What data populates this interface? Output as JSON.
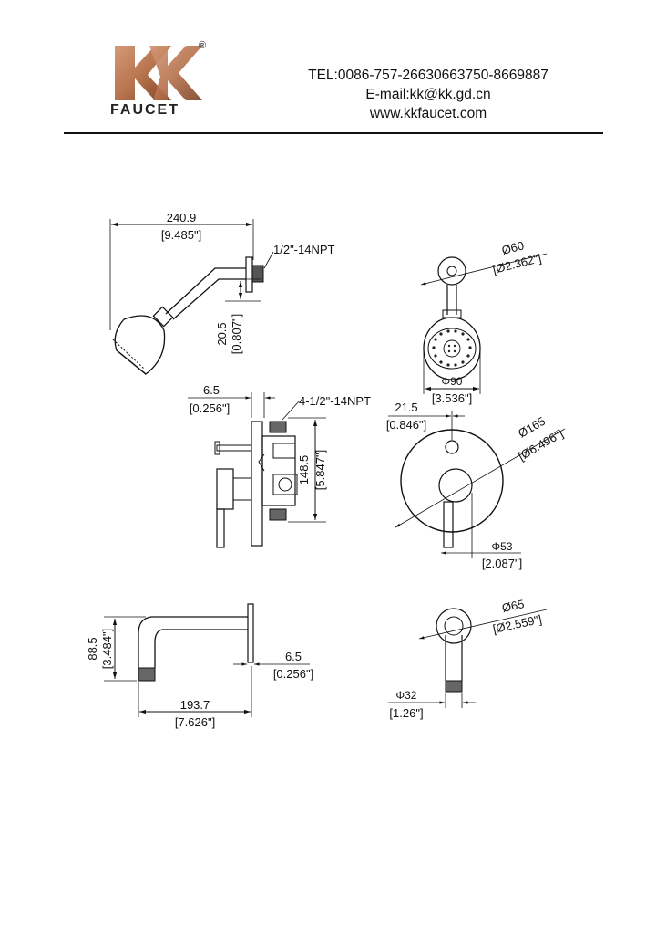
{
  "header": {
    "logo_letter": "K",
    "registered_mark": "®",
    "brand": "FAUCET",
    "tel": "TEL:0086-757-26630663750-8669887",
    "email": "E-mail:kk@kk.gd.cn",
    "website": "www.kkfaucet.com"
  },
  "colors": {
    "logo_copper": "#b8744f",
    "logo_dark": "#8a4c30",
    "line": "#111111"
  },
  "shower_arm_side": {
    "length_mm": "240.9",
    "length_in": "[9.485\"]",
    "thread": "1/2\"-14NPT",
    "drop_mm": "20.5",
    "drop_in": "[0.807\"]"
  },
  "shower_head_front": {
    "flange_dia_mm": "Ø60",
    "flange_dia_in": "[Ø2.362\"]",
    "head_dia_mm": "Φ90",
    "head_dia_in": "[3.536\"]"
  },
  "valve_side": {
    "trim_mm": "6.5",
    "trim_in": "[0.256\"]",
    "thread": "4-1/2\"-14NPT",
    "height_mm": "148.5",
    "height_in": "[5.847\"]"
  },
  "valve_front": {
    "offset_mm": "21.5",
    "offset_in": "[0.846\"]",
    "plate_dia_mm": "Ø165",
    "plate_dia_in": "[Ø6.496\"]",
    "handle_dia_mm": "Φ53",
    "handle_dia_in": "[2.087\"]"
  },
  "spout_side": {
    "height_mm": "88.5",
    "height_in": "[3.484\"]",
    "trim_mm": "6.5",
    "trim_in": "[0.256\"]",
    "length_mm": "193.7",
    "length_in": "[7.626\"]"
  },
  "spout_front": {
    "flange_dia_mm": "Ø65",
    "flange_dia_in": "[Ø2.559\"]",
    "spout_dia_mm": "Φ32",
    "spout_dia_in": "[1.26\"]"
  }
}
